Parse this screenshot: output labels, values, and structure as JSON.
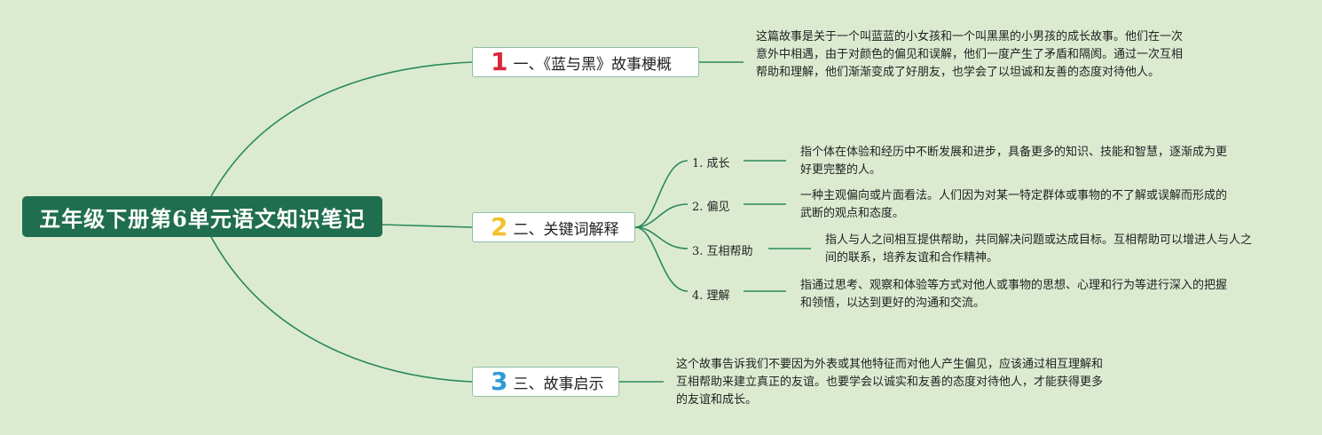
{
  "root": {
    "title": "五年级下册第6单元语文知识笔记"
  },
  "branches": [
    {
      "num": "1",
      "color": "#d9273c",
      "label": "一、《蓝与黑》故事梗概",
      "text": "这篇故事是关于一个叫蓝蓝的小女孩和一个叫黑黑的小男孩的成长故事。他们在一次意外中相遇，由于对颜色的偏见和误解，他们一度产生了矛盾和隔阂。通过一次互相帮助和理解，他们渐渐变成了好朋友，也学会了以坦诚和友善的态度对待他人。"
    },
    {
      "num": "2",
      "color": "#f2c12e",
      "label": "二、关键词解释",
      "children": [
        {
          "label": "1. 成长",
          "text": "指个体在体验和经历中不断发展和进步，具备更多的知识、技能和智慧，逐渐成为更好更完整的人。"
        },
        {
          "label": "2. 偏见",
          "text": "一种主观偏向或片面看法。人们因为对某一特定群体或事物的不了解或误解而形成的武断的观点和态度。"
        },
        {
          "label": "3. 互相帮助",
          "text": "指人与人之间相互提供帮助，共同解决问题或达成目标。互相帮助可以增进人与人之间的联系，培养友谊和合作精神。"
        },
        {
          "label": "4. 理解",
          "text": "指通过思考、观察和体验等方式对他人或事物的思想、心理和行为等进行深入的把握和领悟，以达到更好的沟通和交流。"
        }
      ]
    },
    {
      "num": "3",
      "color": "#2f9bd6",
      "label": "三、故事启示",
      "text": "这个故事告诉我们不要因为外表或其他特征而对他人产生偏见，应该通过相互理解和互相帮助来建立真正的友谊。也要学会以诚实和友善的态度对待他人，才能获得更多的友谊和成长。"
    }
  ],
  "colors": {
    "background": "#dcebd0",
    "root": "#1f6e4f",
    "line": "#2a8a5c"
  }
}
